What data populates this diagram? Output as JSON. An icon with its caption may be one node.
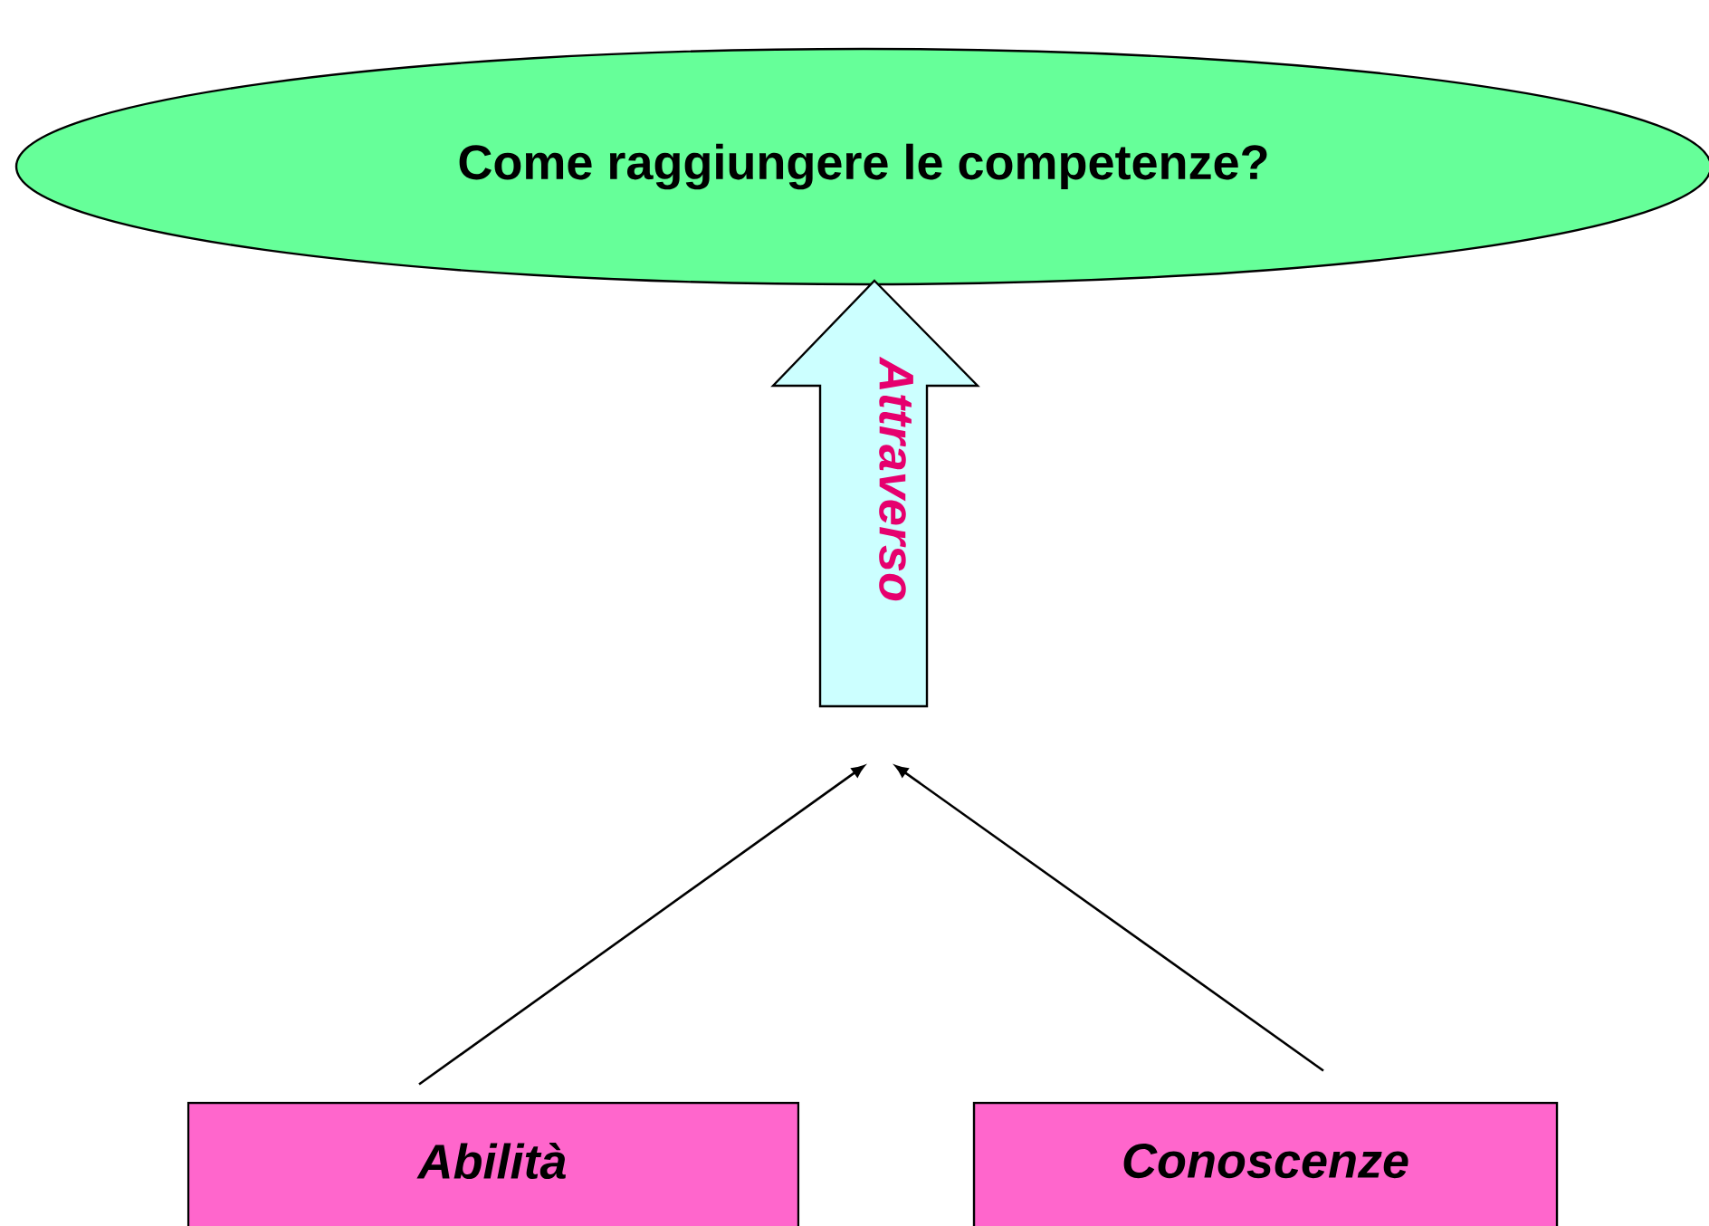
{
  "diagram": {
    "nodes": [
      {
        "text": [
          "Come raggiungere le competenze?"
        ]
      },
      {
        "text": [
          "Attraverso"
        ]
      },
      {
        "text": [
          "Abilità"
        ]
      },
      {
        "text": [
          "Conoscenze"
        ]
      }
    ],
    "edges": [
      {
        "from": 2,
        "to": 1,
        "arrow": "to"
      },
      {
        "from": 3,
        "to": 1,
        "arrow": "to"
      }
    ]
  }
}
